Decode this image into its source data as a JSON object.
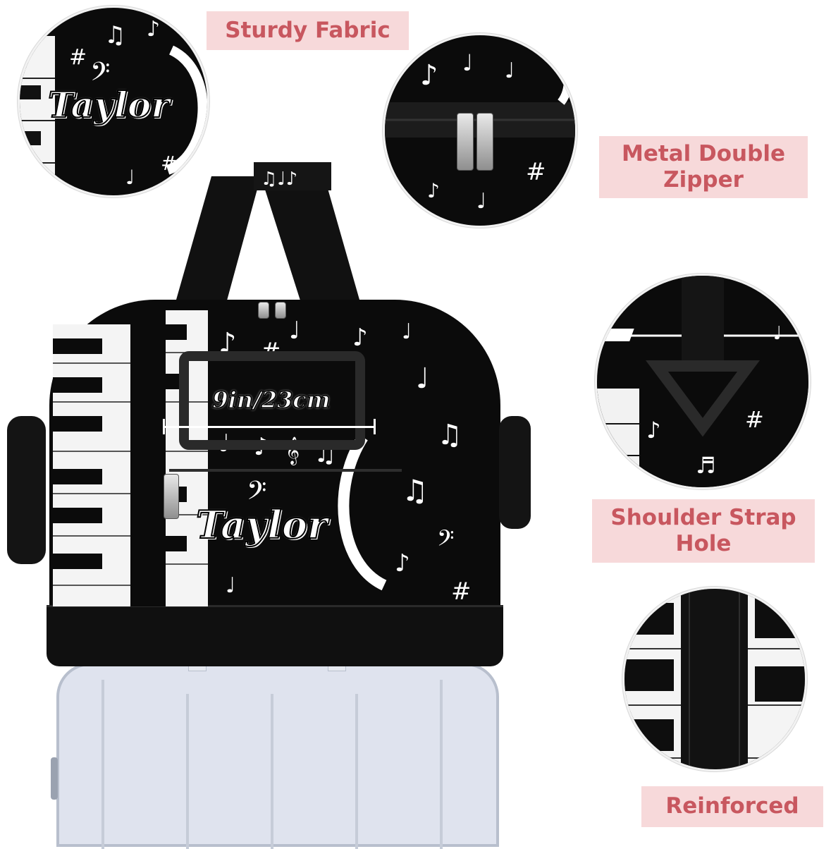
{
  "labels": {
    "sturdy_fabric": "Sturdy Fabric",
    "metal_zipper_line1": "Metal Double",
    "metal_zipper_line2": "Zipper",
    "shoulder_strap_line1": "Shoulder Strap",
    "shoulder_strap_line2": "Hole",
    "reinforced": "Reinforced"
  },
  "bag": {
    "name_print": "Taylor",
    "dimension": "9in/23cm"
  },
  "detail_circles": {
    "fabric_name_print": "Taylor"
  },
  "colors": {
    "label_bg": "#f7d9da",
    "label_text": "#c8575f",
    "bag": "#0b0b0b",
    "suitcase": "#dfe3ee"
  }
}
